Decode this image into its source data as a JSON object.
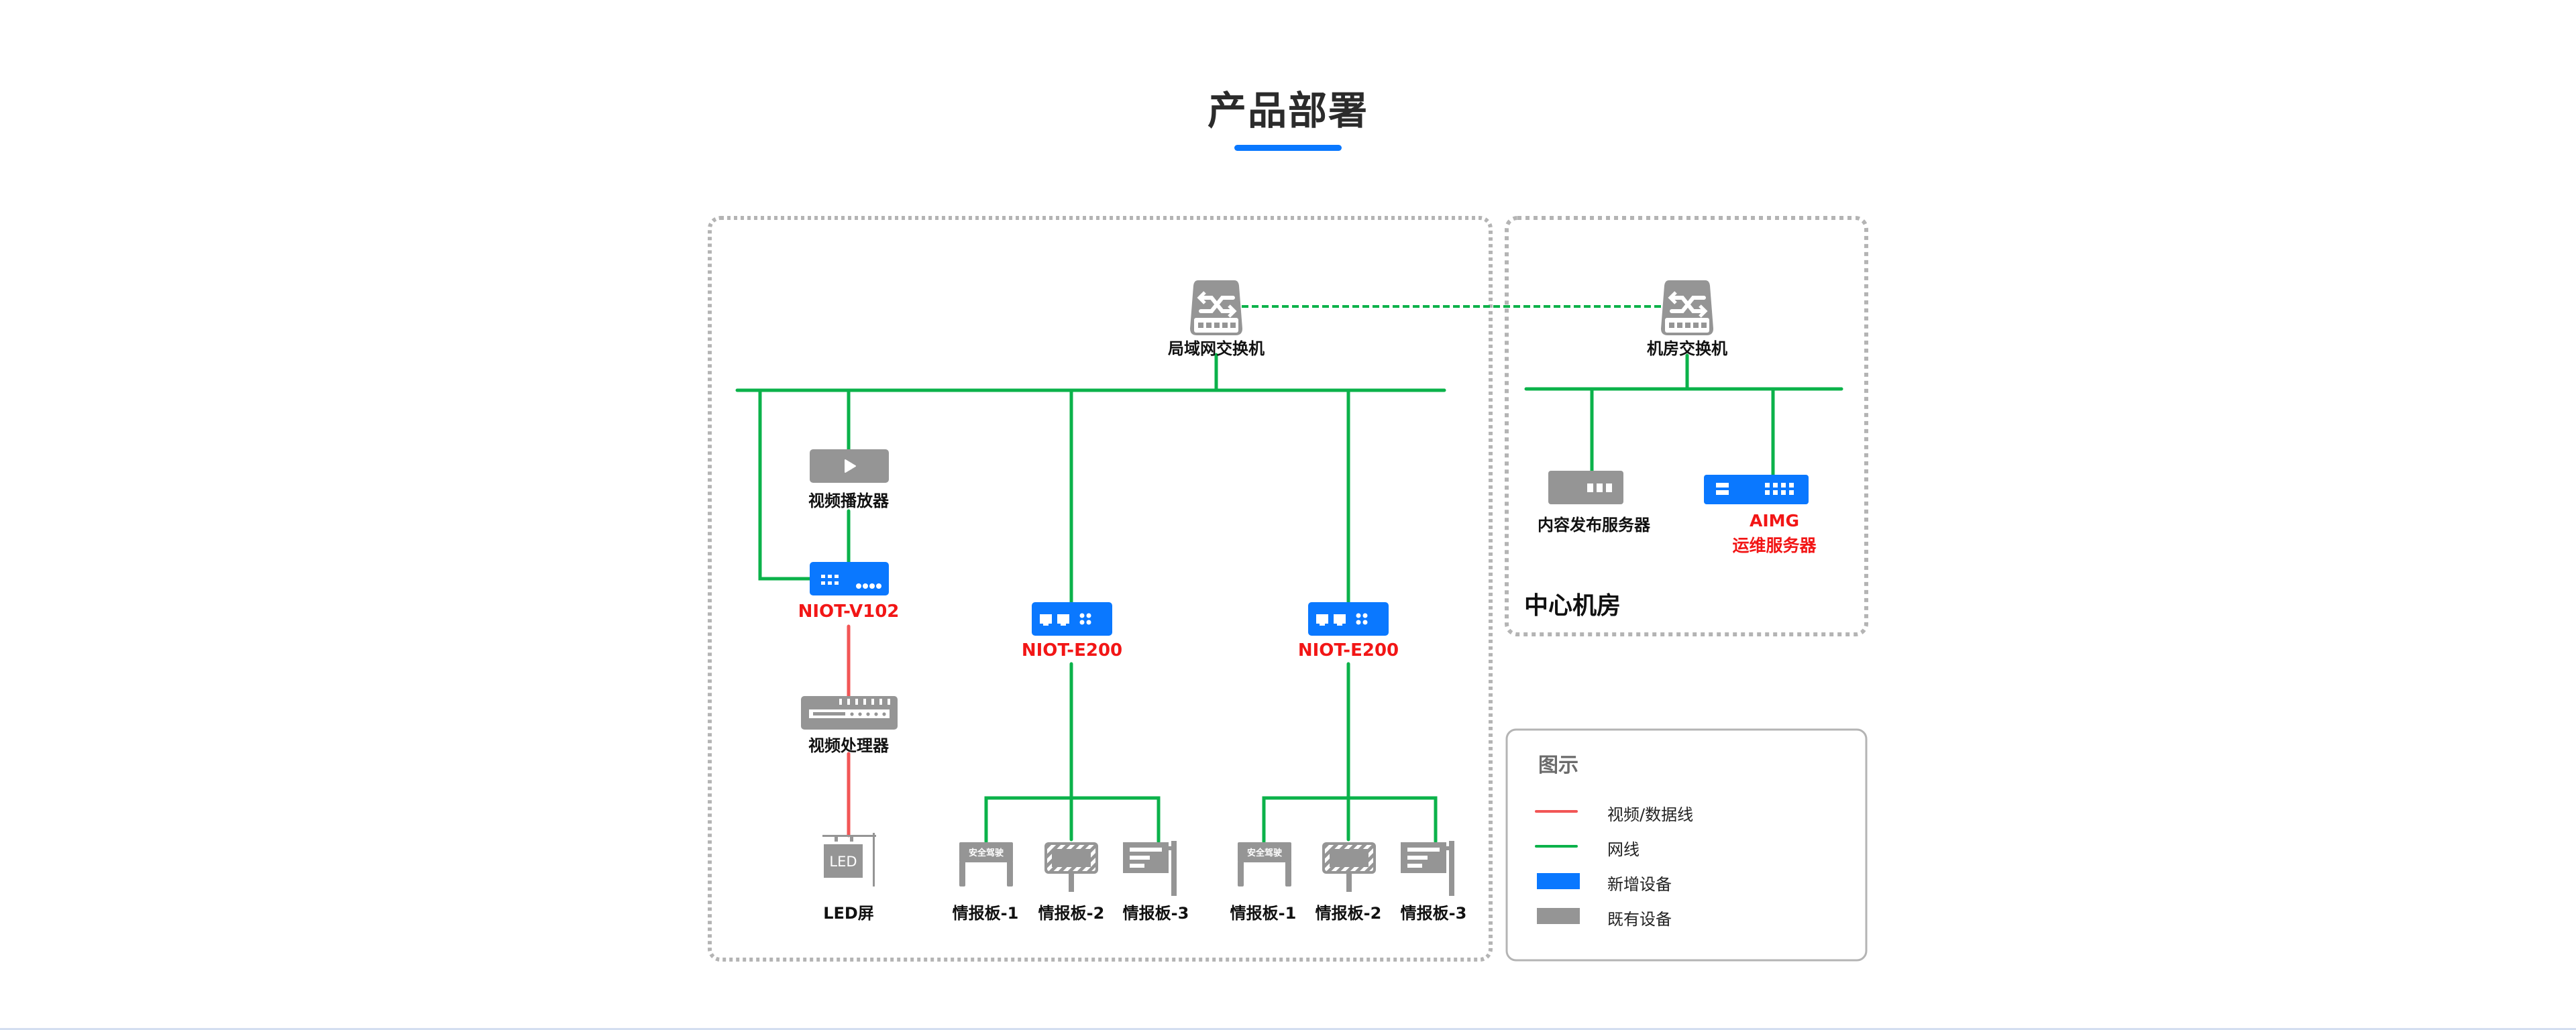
{
  "header": {
    "title": "产品部署"
  },
  "colors": {
    "accent_blue": "#0a78ff",
    "existing_gray": "#959595",
    "network_green": "#0bb24a",
    "video_red": "#f25656",
    "new_device_label_red": "#f21616",
    "frame_gray": "#b4b4b4"
  },
  "zones": {
    "site": {
      "label": ""
    },
    "central_room": {
      "label": "中心机房"
    }
  },
  "devices": {
    "lan_switch": {
      "label": "局域网交换机",
      "status": "existing",
      "icon": "switch-icon"
    },
    "room_switch": {
      "label": "机房交换机",
      "status": "existing",
      "icon": "switch-icon"
    },
    "video_player": {
      "label": "视频播放器",
      "status": "existing",
      "icon": "play-icon"
    },
    "niot_v102": {
      "label": "NIOT-V102",
      "status": "new",
      "icon": "gateway-icon"
    },
    "video_processor": {
      "label": "视频处理器",
      "status": "existing",
      "icon": "processor-icon"
    },
    "led_screen": {
      "label": "LED屏",
      "status": "existing",
      "icon": "led-sign-icon",
      "screen_text": "LED"
    },
    "niot_e200_a": {
      "label": "NIOT-E200",
      "status": "new",
      "icon": "gateway-icon"
    },
    "niot_e200_b": {
      "label": "NIOT-E200",
      "status": "new",
      "icon": "gateway-icon"
    },
    "board_a1": {
      "label": "情报板-1",
      "status": "existing",
      "icon": "gantry-sign-icon",
      "sign_text": "安全驾驶"
    },
    "board_a2": {
      "label": "情报板-2",
      "status": "existing",
      "icon": "hazard-sign-icon"
    },
    "board_a3": {
      "label": "情报板-3",
      "status": "existing",
      "icon": "side-sign-icon"
    },
    "board_b1": {
      "label": "情报板-1",
      "status": "existing",
      "icon": "gantry-sign-icon",
      "sign_text": "安全驾驶"
    },
    "board_b2": {
      "label": "情报板-2",
      "status": "existing",
      "icon": "hazard-sign-icon"
    },
    "board_b3": {
      "label": "情报板-3",
      "status": "existing",
      "icon": "side-sign-icon"
    },
    "content_server": {
      "label": "内容发布服务器",
      "status": "existing",
      "icon": "server-icon"
    },
    "aimg_server": {
      "label_line1": "AIMG",
      "label_line2": "运维服务器",
      "status": "new",
      "icon": "server-icon"
    }
  },
  "connections": [
    {
      "from": "lan_switch",
      "to": "room_switch",
      "type": "network",
      "style": "dashed"
    },
    {
      "from": "lan_switch",
      "to": "video_player",
      "type": "network"
    },
    {
      "from": "lan_switch",
      "to": "niot_v102",
      "type": "network"
    },
    {
      "from": "video_player",
      "to": "niot_v102",
      "type": "network"
    },
    {
      "from": "niot_v102",
      "to": "video_processor",
      "type": "video_data"
    },
    {
      "from": "video_processor",
      "to": "led_screen",
      "type": "video_data"
    },
    {
      "from": "lan_switch",
      "to": "niot_e200_a",
      "type": "network"
    },
    {
      "from": "lan_switch",
      "to": "niot_e200_b",
      "type": "network"
    },
    {
      "from": "niot_e200_a",
      "to": "board_a1",
      "type": "network"
    },
    {
      "from": "niot_e200_a",
      "to": "board_a2",
      "type": "network"
    },
    {
      "from": "niot_e200_a",
      "to": "board_a3",
      "type": "network"
    },
    {
      "from": "niot_e200_b",
      "to": "board_b1",
      "type": "network"
    },
    {
      "from": "niot_e200_b",
      "to": "board_b2",
      "type": "network"
    },
    {
      "from": "niot_e200_b",
      "to": "board_b3",
      "type": "network"
    },
    {
      "from": "room_switch",
      "to": "content_server",
      "type": "network"
    },
    {
      "from": "room_switch",
      "to": "aimg_server",
      "type": "network"
    }
  ],
  "legend": {
    "title": "图示",
    "items": [
      {
        "label": "视频/数据线",
        "kind": "line",
        "color": "#f25656"
      },
      {
        "label": "网线",
        "kind": "line",
        "color": "#0bb24a"
      },
      {
        "label": "新增设备",
        "kind": "swatch",
        "color": "#0a78ff"
      },
      {
        "label": "既有设备",
        "kind": "swatch",
        "color": "#959595"
      }
    ]
  }
}
